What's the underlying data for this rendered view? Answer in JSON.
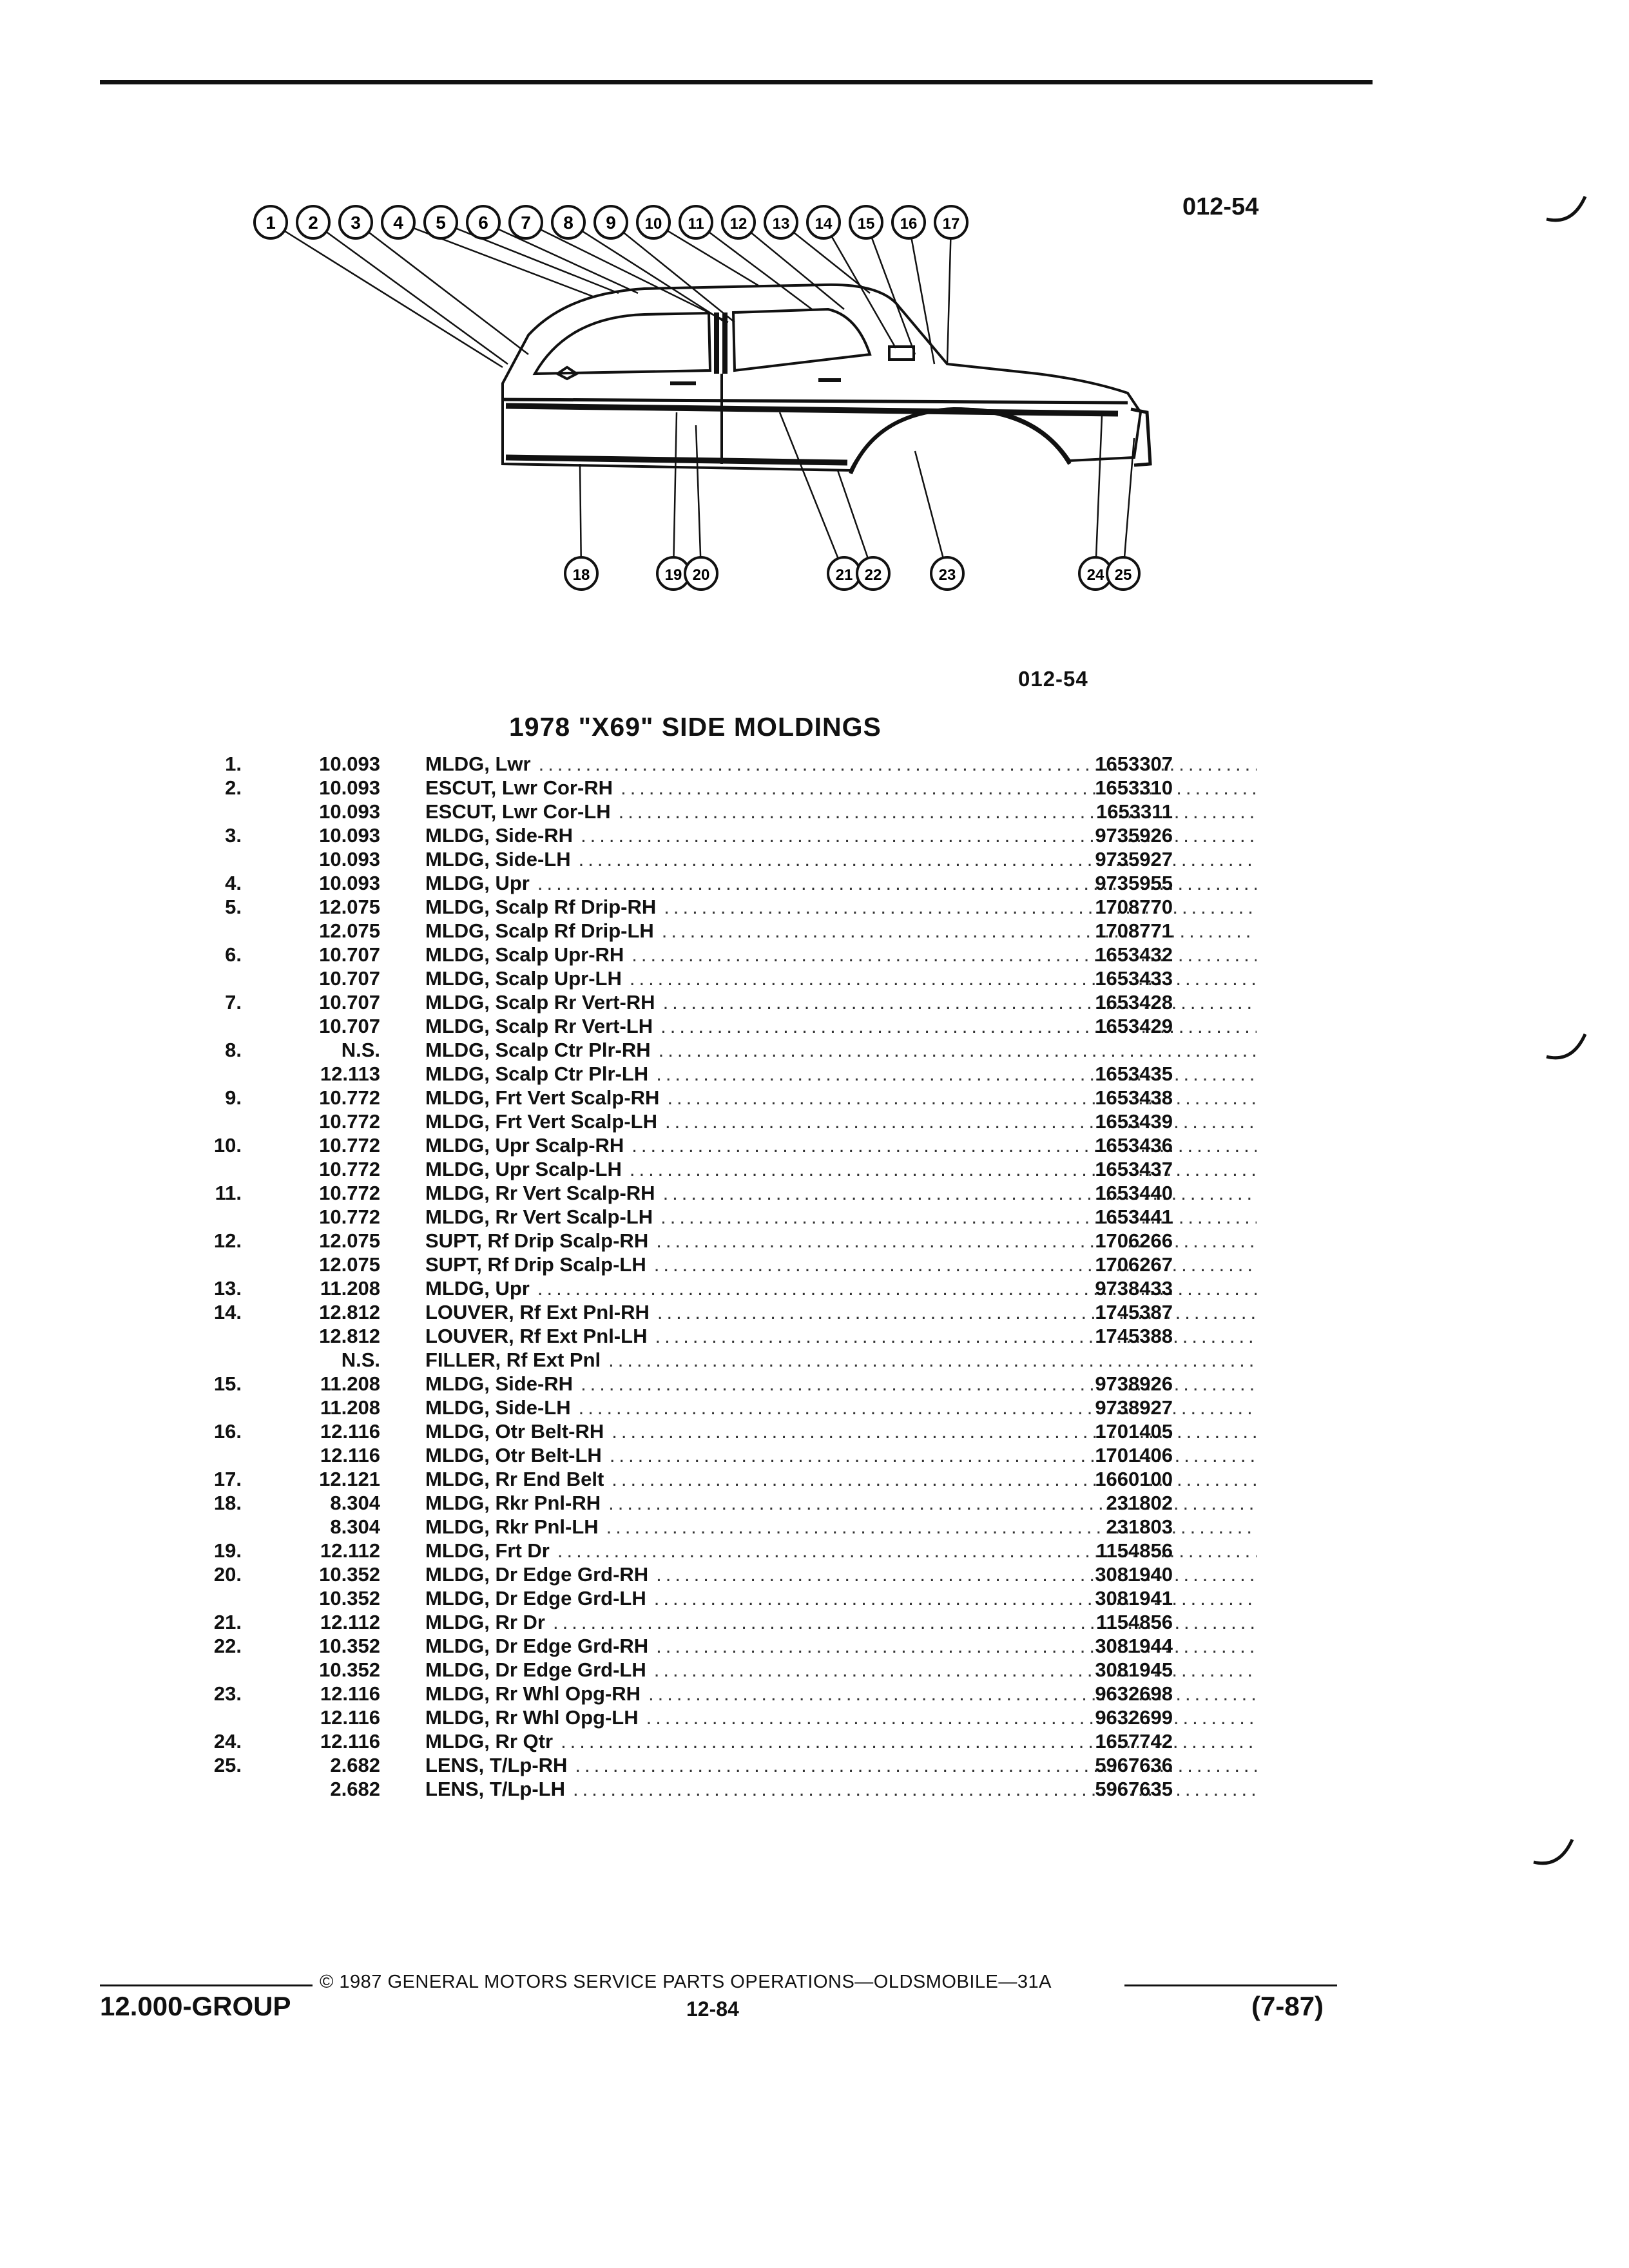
{
  "header": {
    "diagram_code": "012-54"
  },
  "diagram": {
    "caption_code": "012-54",
    "callouts_top": [
      "1",
      "2",
      "3",
      "4",
      "5",
      "6",
      "7",
      "8",
      "9",
      "10",
      "11",
      "12",
      "13",
      "14",
      "15",
      "16",
      "17"
    ],
    "callouts_bottom": [
      "18",
      "19",
      "20",
      "21",
      "22",
      "23",
      "24",
      "25"
    ]
  },
  "title": "1978 \"X69\" SIDE MOLDINGS",
  "parts": [
    {
      "num": "1.",
      "group": "10.093",
      "desc": "MLDG, Lwr",
      "part": "1653307"
    },
    {
      "num": "2.",
      "group": "10.093",
      "desc": "ESCUT, Lwr Cor-RH",
      "part": "1653310"
    },
    {
      "num": "",
      "group": "10.093",
      "desc": "ESCUT, Lwr Cor-LH",
      "part": "1653311"
    },
    {
      "num": "3.",
      "group": "10.093",
      "desc": "MLDG, Side-RH",
      "part": "9735926"
    },
    {
      "num": "",
      "group": "10.093",
      "desc": "MLDG, Side-LH",
      "part": "9735927"
    },
    {
      "num": "4.",
      "group": "10.093",
      "desc": "MLDG, Upr",
      "part": "9735955"
    },
    {
      "num": "5.",
      "group": "12.075",
      "desc": "MLDG, Scalp Rf Drip-RH",
      "part": "1708770"
    },
    {
      "num": "",
      "group": "12.075",
      "desc": "MLDG, Scalp Rf Drip-LH",
      "part": "1708771"
    },
    {
      "num": "6.",
      "group": "10.707",
      "desc": "MLDG, Scalp Upr-RH",
      "part": "1653432"
    },
    {
      "num": "",
      "group": "10.707",
      "desc": "MLDG, Scalp Upr-LH",
      "part": "1653433"
    },
    {
      "num": "7.",
      "group": "10.707",
      "desc": "MLDG, Scalp Rr Vert-RH",
      "part": "1653428"
    },
    {
      "num": "",
      "group": "10.707",
      "desc": "MLDG, Scalp Rr Vert-LH",
      "part": "1653429"
    },
    {
      "num": "8.",
      "group": "N.S.",
      "desc": "MLDG, Scalp Ctr Plr-RH",
      "part": ""
    },
    {
      "num": "",
      "group": "12.113",
      "desc": "MLDG, Scalp Ctr Plr-LH",
      "part": "1653435"
    },
    {
      "num": "9.",
      "group": "10.772",
      "desc": "MLDG, Frt Vert Scalp-RH",
      "part": "1653438"
    },
    {
      "num": "",
      "group": "10.772",
      "desc": "MLDG, Frt Vert Scalp-LH",
      "part": "1653439"
    },
    {
      "num": "10.",
      "group": "10.772",
      "desc": "MLDG, Upr Scalp-RH",
      "part": "1653436"
    },
    {
      "num": "",
      "group": "10.772",
      "desc": "MLDG, Upr Scalp-LH",
      "part": "1653437"
    },
    {
      "num": "11.",
      "group": "10.772",
      "desc": "MLDG, Rr Vert Scalp-RH",
      "part": "1653440"
    },
    {
      "num": "",
      "group": "10.772",
      "desc": "MLDG, Rr Vert Scalp-LH",
      "part": "1653441"
    },
    {
      "num": "12.",
      "group": "12.075",
      "desc": "SUPT, Rf Drip Scalp-RH",
      "part": "1706266"
    },
    {
      "num": "",
      "group": "12.075",
      "desc": "SUPT, Rf Drip Scalp-LH",
      "part": "1706267"
    },
    {
      "num": "13.",
      "group": "11.208",
      "desc": "MLDG, Upr",
      "part": "9738433"
    },
    {
      "num": "14.",
      "group": "12.812",
      "desc": "LOUVER, Rf Ext Pnl-RH",
      "part": "1745387"
    },
    {
      "num": "",
      "group": "12.812",
      "desc": "LOUVER, Rf Ext Pnl-LH",
      "part": "1745388"
    },
    {
      "num": "",
      "group": "N.S.",
      "desc": "FILLER, Rf Ext Pnl",
      "part": ""
    },
    {
      "num": "15.",
      "group": "11.208",
      "desc": "MLDG, Side-RH",
      "part": "9738926"
    },
    {
      "num": "",
      "group": "11.208",
      "desc": "MLDG, Side-LH",
      "part": "9738927"
    },
    {
      "num": "16.",
      "group": "12.116",
      "desc": "MLDG, Otr Belt-RH",
      "part": "1701405"
    },
    {
      "num": "",
      "group": "12.116",
      "desc": "MLDG, Otr Belt-LH",
      "part": "1701406"
    },
    {
      "num": "17.",
      "group": "12.121",
      "desc": "MLDG, Rr End Belt",
      "part": "1660100"
    },
    {
      "num": "18.",
      "group": "8.304",
      "desc": "MLDG, Rkr Pnl-RH",
      "part": "231802"
    },
    {
      "num": "",
      "group": "8.304",
      "desc": "MLDG, Rkr Pnl-LH",
      "part": "231803"
    },
    {
      "num": "19.",
      "group": "12.112",
      "desc": "MLDG, Frt Dr",
      "part": "1154856"
    },
    {
      "num": "20.",
      "group": "10.352",
      "desc": "MLDG, Dr Edge Grd-RH",
      "part": "3081940"
    },
    {
      "num": "",
      "group": "10.352",
      "desc": "MLDG, Dr Edge Grd-LH",
      "part": "3081941"
    },
    {
      "num": "21.",
      "group": "12.112",
      "desc": "MLDG, Rr Dr",
      "part": "1154856"
    },
    {
      "num": "22.",
      "group": "10.352",
      "desc": "MLDG, Dr Edge Grd-RH",
      "part": "3081944"
    },
    {
      "num": "",
      "group": "10.352",
      "desc": "MLDG, Dr Edge Grd-LH",
      "part": "3081945"
    },
    {
      "num": "23.",
      "group": "12.116",
      "desc": "MLDG, Rr Whl Opg-RH",
      "part": "9632698"
    },
    {
      "num": "",
      "group": "12.116",
      "desc": "MLDG, Rr Whl Opg-LH",
      "part": "9632699"
    },
    {
      "num": "24.",
      "group": "12.116",
      "desc": "MLDG, Rr Qtr",
      "part": "1657742"
    },
    {
      "num": "25.",
      "group": "2.682",
      "desc": "LENS, T/Lp-RH",
      "part": "5967636"
    },
    {
      "num": "",
      "group": "2.682",
      "desc": "LENS, T/Lp-LH",
      "part": "5967635"
    }
  ],
  "footer": {
    "copyright": "© 1987 GENERAL MOTORS SERVICE PARTS OPERATIONS—OLDSMOBILE—31A",
    "group": "12.000-GROUP",
    "page": "12-84",
    "date_code": "(7-87)"
  }
}
